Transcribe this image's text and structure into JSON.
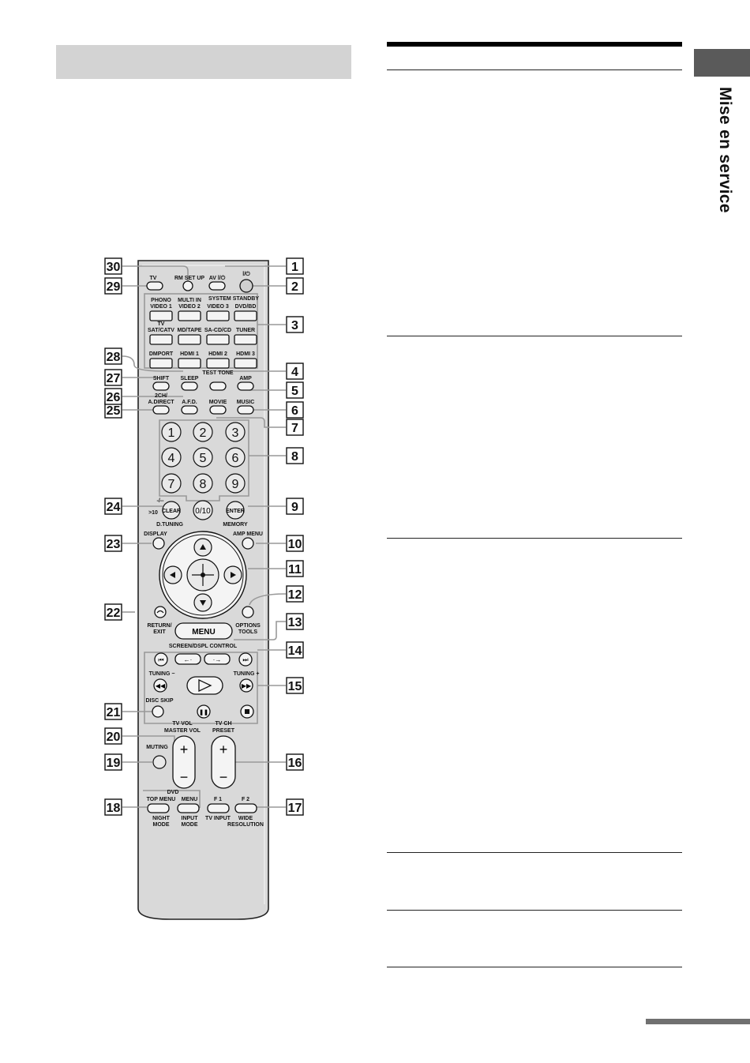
{
  "sidebar": {
    "section_label": "Mise en service"
  },
  "remote": {
    "top_labels": {
      "rm_set_up": "RM SET UP",
      "tv": "TV",
      "av": "AV ⅼ/⏻",
      "power": "ⅼ/⏻",
      "system_standby": "SYSTEM STANDBY"
    },
    "input_buttons": [
      {
        "upper": "PHONO",
        "lower": "VIDEO 1"
      },
      {
        "upper": "MULTI IN",
        "lower": "VIDEO 2"
      },
      {
        "upper": "",
        "lower": "VIDEO 3"
      },
      {
        "upper": "",
        "lower": "DVD/BD"
      },
      {
        "upper": "TV",
        "lower": "SAT/CATV"
      },
      {
        "upper": "",
        "lower": "MD/TAPE"
      },
      {
        "upper": "",
        "lower": "SA-CD/CD"
      },
      {
        "upper": "",
        "lower": "TUNER"
      },
      {
        "upper": "",
        "lower": "DMPORT"
      },
      {
        "upper": "",
        "lower": "HDMI 1"
      },
      {
        "upper": "",
        "lower": "HDMI 2"
      },
      {
        "upper": "",
        "lower": "HDMI 3"
      }
    ],
    "mode_labels": {
      "shift": "SHIFT",
      "sleep": "SLEEP",
      "test_tone": "TEST TONE",
      "amp": "AMP",
      "two_ch": "2CH/",
      "a_direct": "A.DIRECT",
      "afd": "A.F.D.",
      "movie": "MOVIE",
      "music": "MUSIC"
    },
    "digits": [
      "1",
      "2",
      "3",
      "4",
      "5",
      "6",
      "7",
      "8",
      "9"
    ],
    "zero": "0/10",
    "clear": "CLEAR",
    "enter": "ENTER",
    "gt10": ">10",
    "dash": "-/--",
    "d_tuning": "D.TUNING",
    "memory": "MEMORY",
    "display": "DISPLAY",
    "amp_menu": "AMP MENU",
    "return_exit": [
      "RETURN/",
      "EXIT"
    ],
    "options_tools": [
      "OPTIONS",
      "TOOLS"
    ],
    "menu": "MENU",
    "screen_control": "SCREEN/DSPL CONTROL",
    "tuning_minus": "TUNING −",
    "tuning_plus": "TUNING +",
    "disc_skip": "DISC SKIP",
    "tv_vol": "TV VOL",
    "master_vol": "MASTER VOL",
    "tv_ch": "TV CH",
    "preset": "PRESET",
    "muting": "MUTING",
    "dvd": "DVD",
    "top_menu": "TOP MENU",
    "dvd_menu": "MENU",
    "f1": "F 1",
    "f2": "F 2",
    "night_mode": [
      "NIGHT",
      "MODE"
    ],
    "input_mode": [
      "INPUT",
      "MODE"
    ],
    "tv_input": "TV INPUT",
    "wide_resolution": [
      "WIDE",
      "RESOLUTION"
    ]
  },
  "callouts": [
    "1",
    "2",
    "3",
    "4",
    "5",
    "6",
    "7",
    "8",
    "9",
    "10",
    "11",
    "12",
    "13",
    "14",
    "15",
    "16",
    "17",
    "18",
    "19",
    "20",
    "21",
    "22",
    "23",
    "24",
    "25",
    "26",
    "27",
    "28",
    "29",
    "30"
  ]
}
